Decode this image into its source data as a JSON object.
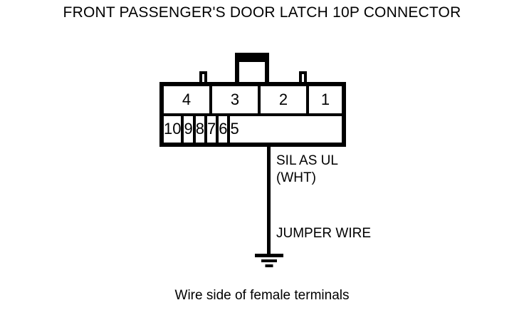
{
  "diagram": {
    "title": "FRONT PASSENGER'S DOOR LATCH 10P CONNECTOR",
    "caption": "Wire side of female terminals",
    "connector": {
      "pin_count": "10P",
      "top_row": [
        "4",
        "3",
        "2",
        "1"
      ],
      "bottom_row": [
        "10",
        "9",
        "8",
        "7",
        "6",
        "5"
      ]
    },
    "labels": {
      "wire_name": "SIL AS UL",
      "wire_color": "(WHT)",
      "jumper": "JUMPER WIRE"
    },
    "colors": {
      "stroke": "#000000",
      "background": "#ffffff"
    }
  }
}
